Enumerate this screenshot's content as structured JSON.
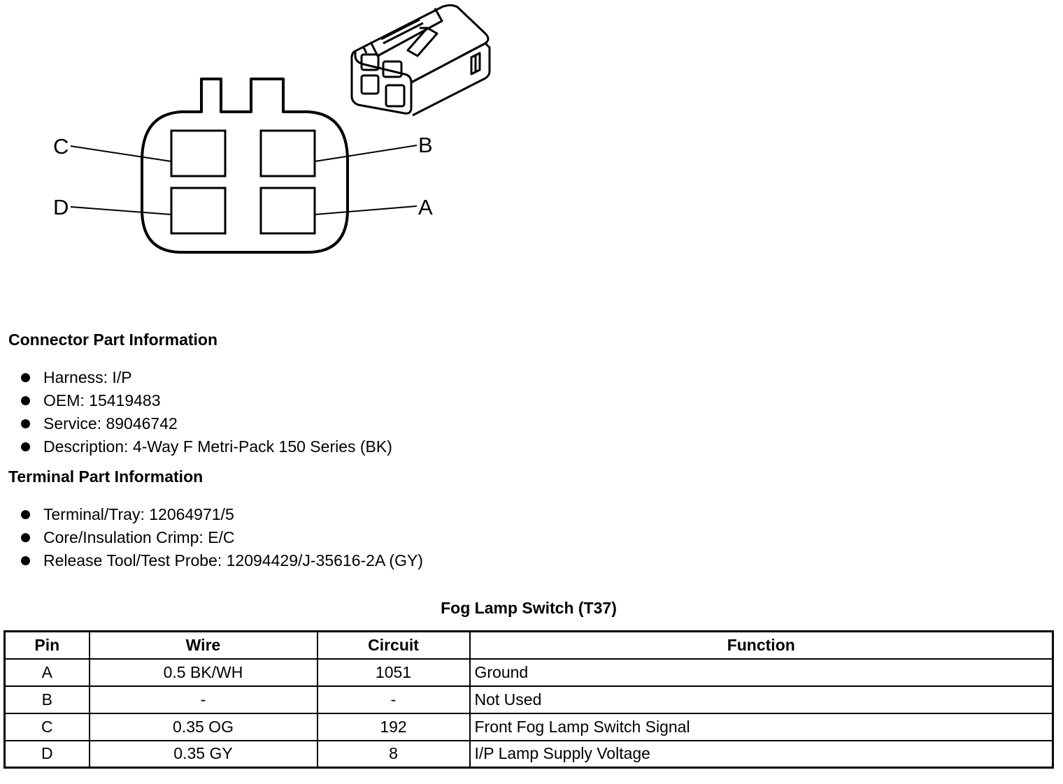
{
  "connector": {
    "pins": {
      "a": "A",
      "b": "B",
      "c": "C",
      "d": "D"
    }
  },
  "connector_info": {
    "heading": "Connector Part Information",
    "items": [
      "Harness: I/P",
      "OEM: 15419483",
      "Service: 89046742",
      "Description: 4-Way F Metri-Pack 150 Series (BK)"
    ]
  },
  "terminal_info": {
    "heading": "Terminal Part Information",
    "items": [
      "Terminal/Tray: 12064971/5",
      "Core/Insulation Crimp: E/C",
      "Release Tool/Test Probe: 12094429/J-35616-2A (GY)"
    ]
  },
  "table": {
    "title": "Fog Lamp Switch (T37)",
    "headers": [
      "Pin",
      "Wire",
      "Circuit",
      "Function"
    ],
    "rows": [
      [
        "A",
        "0.5 BK/WH",
        "1051",
        "Ground"
      ],
      [
        "B",
        "-",
        "-",
        "Not Used"
      ],
      [
        "C",
        "0.35 OG",
        "192",
        "Front Fog Lamp Switch Signal"
      ],
      [
        "D",
        "0.35 GY",
        "8",
        "I/P Lamp Supply Voltage"
      ]
    ]
  }
}
